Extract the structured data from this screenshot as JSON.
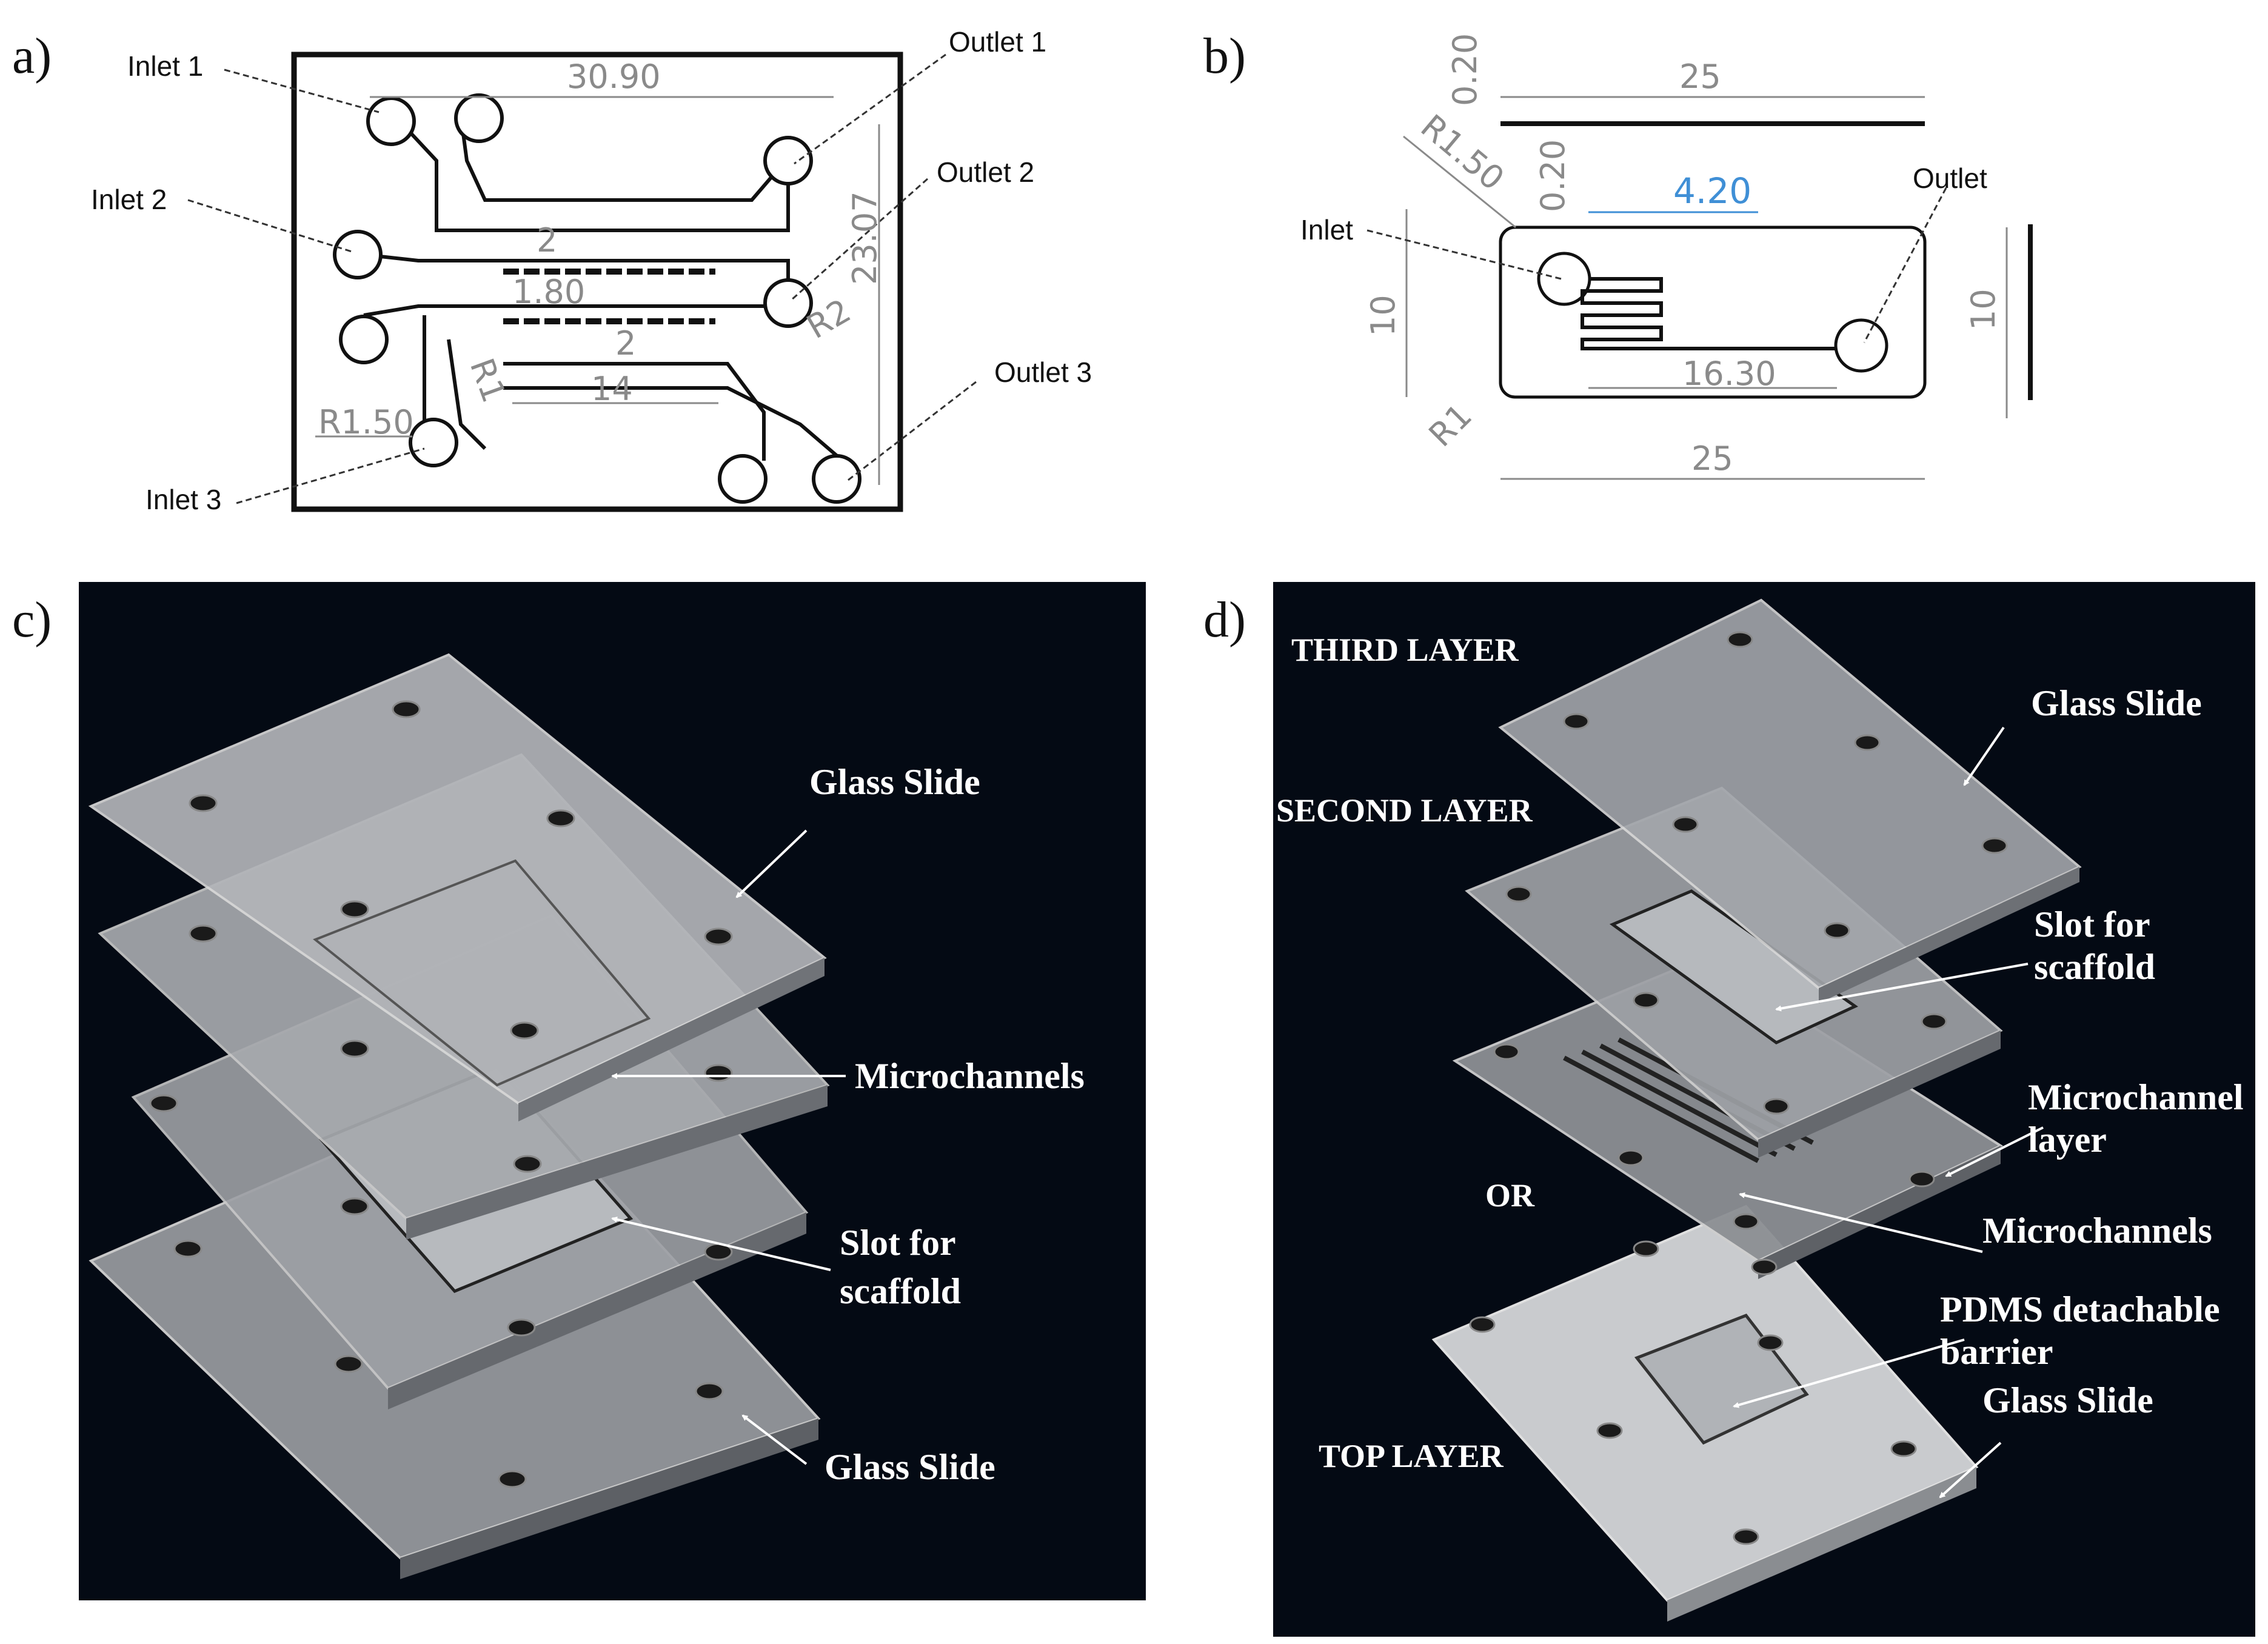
{
  "panel_a": {
    "tag": "a)",
    "labels": {
      "inlet1": "Inlet 1",
      "inlet2": "Inlet 2",
      "inlet3": "Inlet 3",
      "outlet1": "Outlet 1",
      "outlet2": "Outlet 2",
      "outlet3": "Outlet 3"
    },
    "dims": {
      "width": "30.90",
      "height": "23.07",
      "gap_top": "2",
      "gap_mid": "1.80",
      "gap_bottom": "2",
      "channel_len": "14",
      "r_inlet": "R1.50",
      "r2": "R2",
      "r1": "R1"
    }
  },
  "panel_b": {
    "tag": "b)",
    "labels": {
      "inlet": "Inlet",
      "outlet": "Outlet"
    },
    "dims": {
      "thickness": "0.20",
      "top_len": "25",
      "r_port": "R1.50",
      "spacing": "0.20",
      "serpentine": "4.20",
      "height_left": "10",
      "height_right": "10",
      "r_corner": "R1",
      "channel": "16.30",
      "bottom_len": "25"
    }
  },
  "panel_c": {
    "tag": "c)",
    "callouts": {
      "glass_top": "Glass Slide",
      "microchannels": "Microchannels",
      "slot_line1": "Slot for",
      "slot_line2": "scaffold",
      "glass_bottom": "Glass Slide"
    }
  },
  "panel_d": {
    "tag": "d)",
    "layers": {
      "third": "THIRD LAYER",
      "second": "SECOND LAYER",
      "or": "OR",
      "top": "TOP LAYER"
    },
    "callouts": {
      "glass_top": "Glass Slide",
      "slot_line1": "Slot for",
      "slot_line2": "scaffold",
      "mc_layer_line1": "Microchannel",
      "mc_layer_line2": "layer",
      "microchannels": "Microchannels",
      "pdms_line1": "PDMS detachable",
      "pdms_line2": "barrier",
      "glass_bottom": "Glass Slide"
    }
  },
  "colors": {
    "panel_background": "#040a14",
    "blue_dimension": "#3f8fd6",
    "dimension_grey": "#8a8a8a"
  }
}
